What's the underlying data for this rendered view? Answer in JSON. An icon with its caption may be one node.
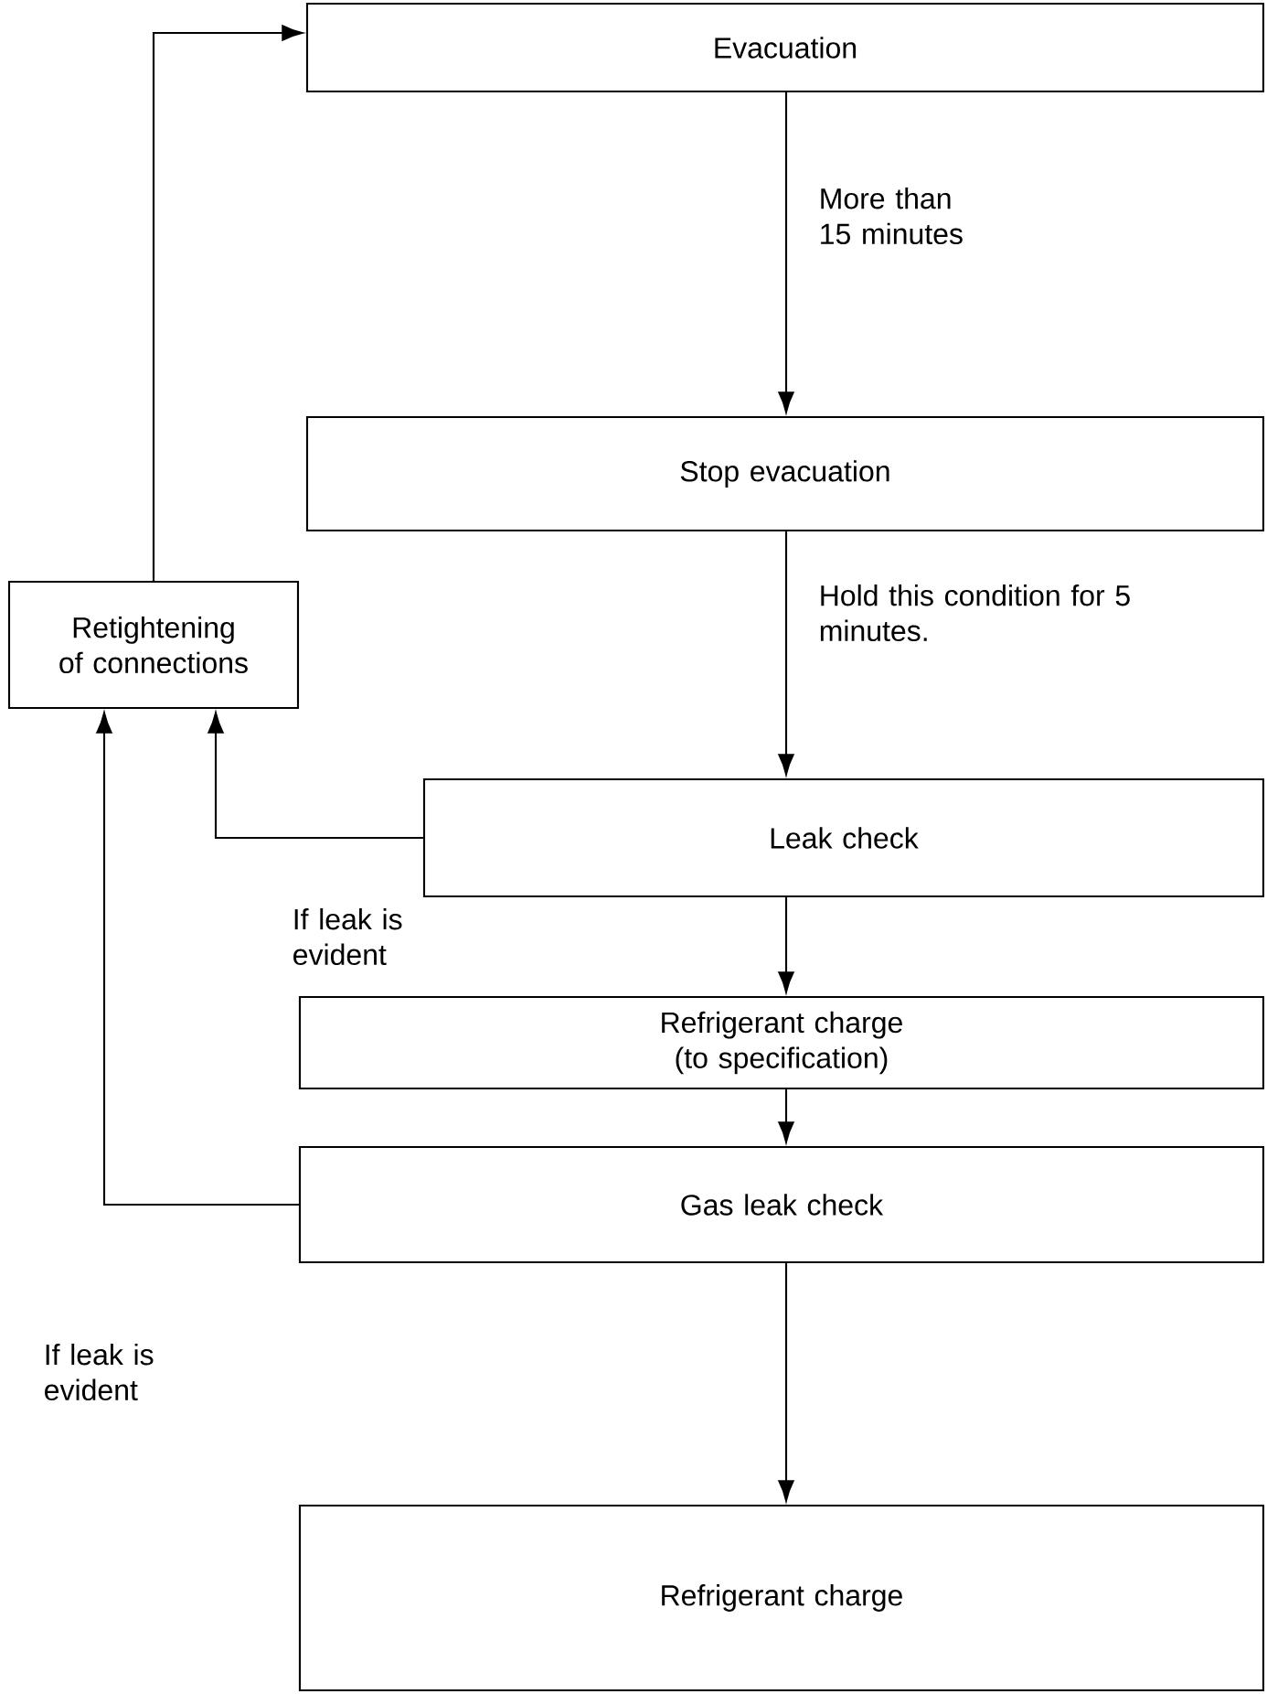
{
  "diagram": {
    "nodes": [
      {
        "text": [
          "Evacuation"
        ]
      },
      {
        "text": [
          "Stop evacuation"
        ]
      },
      {
        "text": [
          "Retightening of connections"
        ]
      },
      {
        "text": [
          "Leak check"
        ]
      },
      {
        "text": [
          "Refrigerant charge (to specification)"
        ]
      },
      {
        "text": [
          "Gas leak check"
        ]
      },
      {
        "text": [
          "Refrigerant charge"
        ]
      }
    ],
    "edges": [
      {
        "from": 0,
        "to": 1,
        "arrow": "to",
        "label": "More than 15 minutes"
      },
      {
        "from": 1,
        "to": 3,
        "arrow": "to",
        "label": "Hold this condition for 5 minutes."
      },
      {
        "from": 3,
        "to": 2,
        "arrow": "to",
        "label": "If leak is evident"
      },
      {
        "from": 3,
        "to": 4,
        "arrow": "to"
      },
      {
        "from": 4,
        "to": 5,
        "arrow": "to"
      },
      {
        "from": 5,
        "to": 2,
        "arrow": "to",
        "label": "If leak is evident"
      },
      {
        "from": 5,
        "to": 6,
        "arrow": "to"
      },
      {
        "from": 2,
        "to": 0,
        "arrow": "to"
      }
    ]
  }
}
